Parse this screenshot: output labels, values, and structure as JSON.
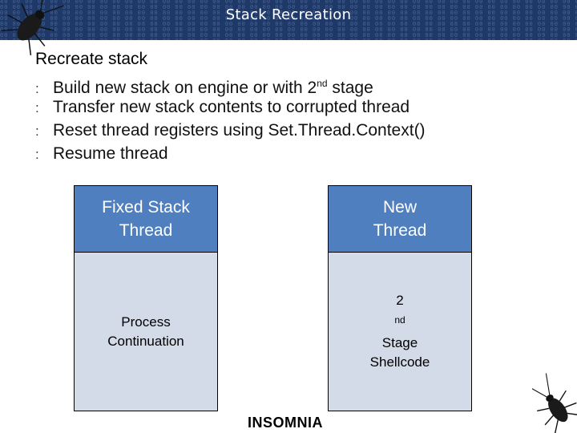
{
  "slide": {
    "title": "Stack Recreation",
    "heading": "Recreate stack",
    "bullet_glyph": ":",
    "bullets": [
      {
        "text": "Build new stack on engine or with 2",
        "sup": "nd",
        "tail": " stage"
      },
      {
        "text": "Transfer new stack contents to corrupted thread",
        "sup": "",
        "tail": ""
      },
      {
        "text": "Reset thread registers using Set.Thread.Context()",
        "sup": "",
        "tail": ""
      },
      {
        "text": "Resume thread",
        "sup": "",
        "tail": ""
      }
    ]
  },
  "diagram": {
    "left_box": {
      "header_line1": "Fixed Stack",
      "header_line2": "Thread",
      "body_line1": "Process",
      "body_line2": "Continuation"
    },
    "right_box": {
      "header_line1": "New",
      "header_line2": "Thread",
      "body_line1_pre": "2",
      "body_line1_sup": "nd",
      "body_line1_post": " Stage",
      "body_line2": "Shellcode"
    }
  },
  "footer": {
    "logo_text": "INSOMNIA"
  },
  "colors": {
    "banner": "#1e3868",
    "box_header": "#4f7fbf",
    "box_body": "#d3dae8"
  },
  "icons": [
    "cockroach-icon-top-left",
    "cockroach-icon-bottom-right"
  ]
}
